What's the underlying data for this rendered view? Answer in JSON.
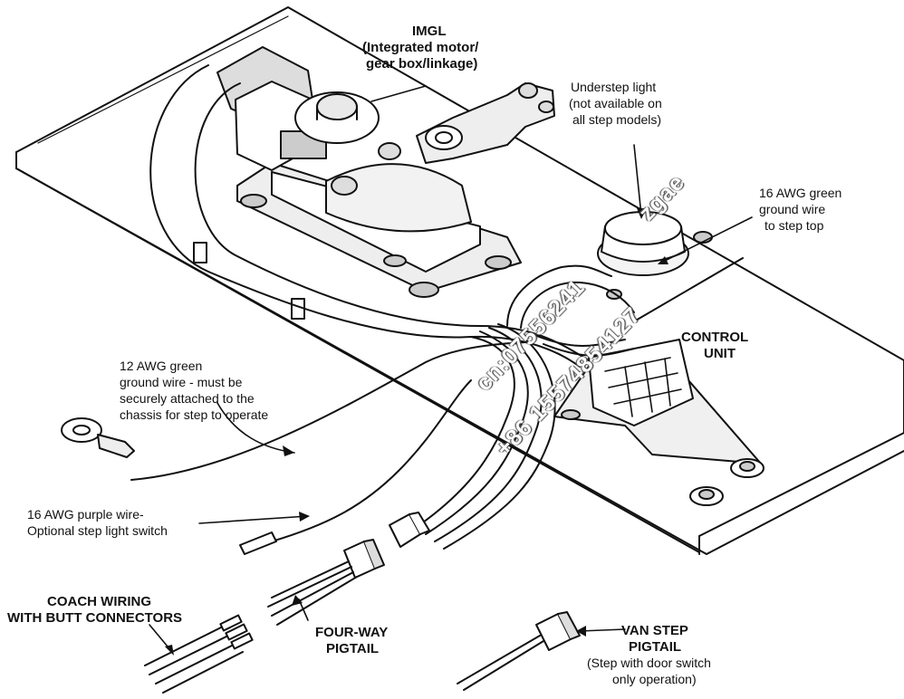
{
  "labels": {
    "imgl_title": "IMGL",
    "imgl_line1": "(Integrated motor/",
    "imgl_line2": "gear box/linkage)",
    "understep_line1": "Understep light",
    "understep_line2": "(not available on",
    "understep_line3": "all step models)",
    "ground16_line1": "16 AWG green",
    "ground16_line2": "ground wire",
    "ground16_line3": "to step top",
    "control_line1": "CONTROL",
    "control_line2": "UNIT",
    "ground12_line1": "12 AWG green",
    "ground12_line2": "ground wire - must be",
    "ground12_line3": "securely attached to the",
    "ground12_line4": "chassis for step to operate",
    "purple_line1": "16 AWG purple wire-",
    "purple_line2": "Optional step light switch",
    "coach_line1": "COACH WIRING",
    "coach_line2": "WITH BUTT CONNECTORS",
    "fourway_line1": "FOUR-WAY",
    "fourway_line2": "PIGTAIL",
    "van_line1": "VAN STEP",
    "van_line2": "PIGTAIL",
    "van_line3": "(Step with door switch",
    "van_line4": "only operation)"
  },
  "watermark": {
    "line1": "cn:07556241",
    "line2": "+86 15574854127",
    "line3": "zgae"
  }
}
